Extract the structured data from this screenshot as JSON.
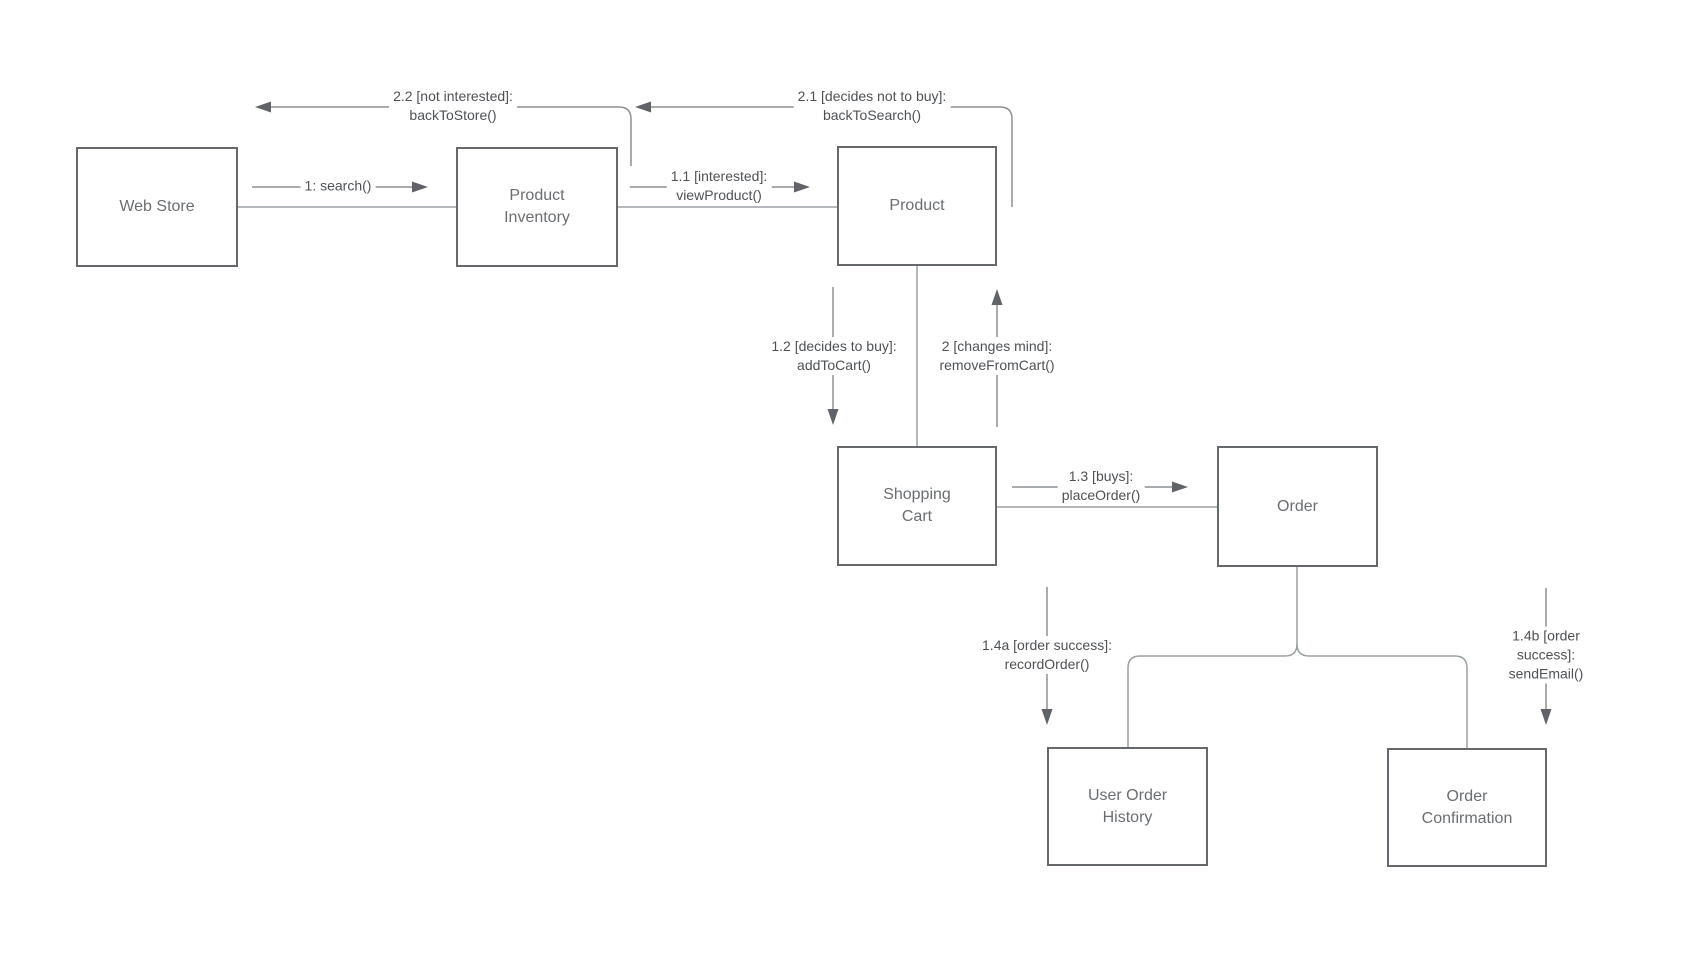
{
  "diagram": {
    "type": "uml-communication-diagram",
    "background": "#ffffff",
    "colors": {
      "node_border": "#65686c",
      "node_fill": "#ffffff",
      "node_text": "#6a6e72",
      "connector": "#9ba0a5",
      "annotation_line": "#8c9196",
      "arrowhead": "#606468",
      "label_text": "#4e5256",
      "background": "#ffffff"
    },
    "nodes": {
      "web_store": {
        "label": "Web Store"
      },
      "product_inventory": {
        "label": "Product\nInventory"
      },
      "product": {
        "label": "Product"
      },
      "shopping_cart": {
        "label": "Shopping\nCart"
      },
      "order": {
        "label": "Order"
      },
      "user_order_history": {
        "label": "User Order\nHistory"
      },
      "order_confirmation": {
        "label": "Order\nConfirmation"
      }
    },
    "edges": {
      "search": {
        "label": "1: search()",
        "from": "web_store",
        "to": "product_inventory",
        "direction": "right"
      },
      "view_product": {
        "label": "1.1 [interested]:\nviewProduct()",
        "from": "product_inventory",
        "to": "product",
        "direction": "right"
      },
      "back_to_search": {
        "label": "2.1 [decides not to buy]:\nbackToSearch()",
        "from": "product",
        "to": "product_inventory",
        "direction": "left"
      },
      "back_to_store": {
        "label": "2.2 [not interested]:\nbackToStore()",
        "from": "product_inventory",
        "to": "web_store",
        "direction": "left"
      },
      "add_to_cart": {
        "label": "1.2 [decides to buy]:\naddToCart()",
        "from": "product",
        "to": "shopping_cart",
        "direction": "down"
      },
      "remove_from_cart": {
        "label": "2 [changes mind]:\nremoveFromCart()",
        "from": "shopping_cart",
        "to": "product",
        "direction": "up"
      },
      "place_order": {
        "label": "1.3 [buys]:\nplaceOrder()",
        "from": "shopping_cart",
        "to": "order",
        "direction": "right"
      },
      "record_order": {
        "label": "1.4a [order success]:\nrecordOrder()",
        "from": "order",
        "to": "user_order_history",
        "direction": "down"
      },
      "send_email": {
        "label": "1.4b [order success]:\nsendEmail()",
        "from": "order",
        "to": "order_confirmation",
        "direction": "down"
      }
    }
  }
}
